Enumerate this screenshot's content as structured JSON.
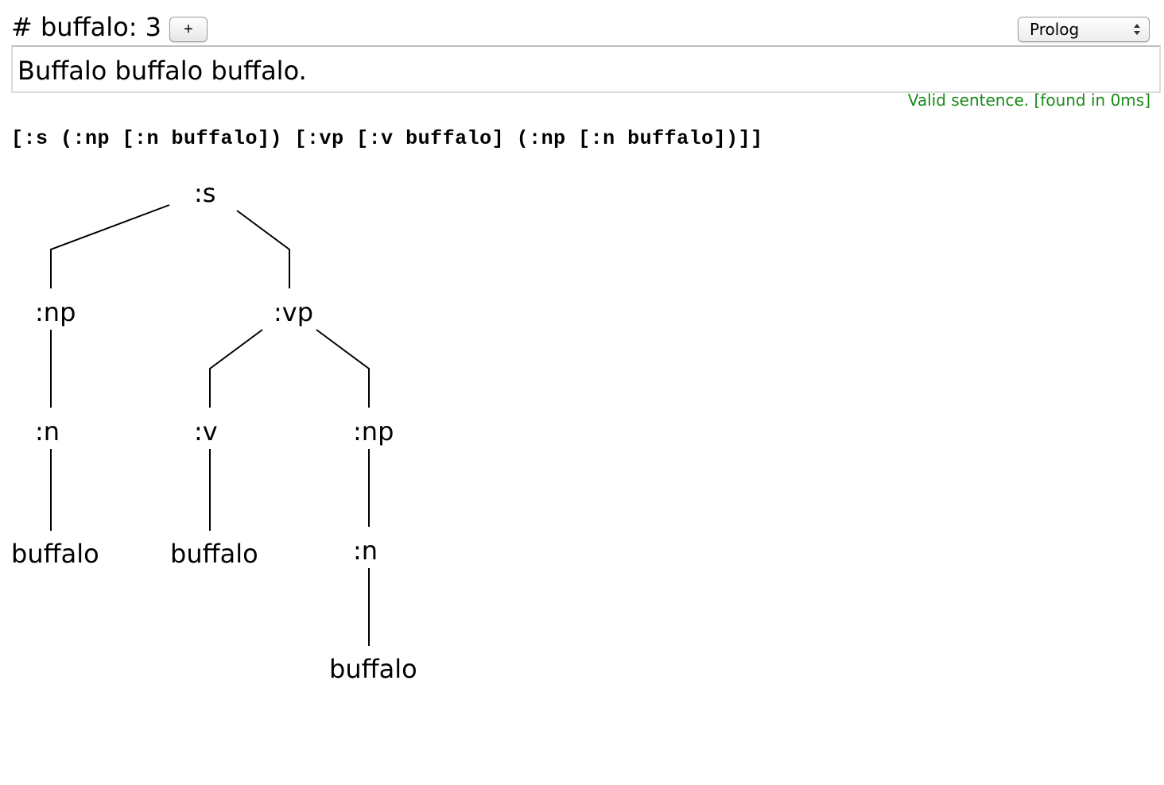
{
  "header": {
    "title": "# buffalo: 3",
    "add_label": "+"
  },
  "mode_select": {
    "selected": "Prolog"
  },
  "sentence": "Buffalo buffalo buffalo.",
  "status": {
    "text": "Valid sentence. [found in 0ms]",
    "color": "#1a8c1a"
  },
  "parse_sexp": "[:s (:np [:n buffalo]) [:vp [:v buffalo] (:np [:n buffalo])]]",
  "tree": {
    "root": ":s",
    "np1": ":np",
    "n1": ":n",
    "word1": "buffalo",
    "vp": ":vp",
    "v": ":v",
    "word2": "buffalo",
    "np2": ":np",
    "n2": ":n",
    "word3": "buffalo"
  }
}
